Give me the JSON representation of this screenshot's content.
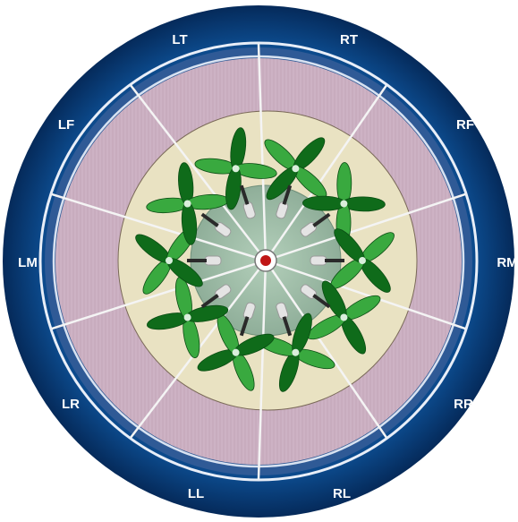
{
  "sector_labels": {
    "LT": "LT",
    "RT": "RT",
    "RF": "RF",
    "RM": "RM",
    "RR": "RR",
    "RL": "RL",
    "LL": "LL",
    "LR": "LR",
    "LM": "LM",
    "LF": "LF"
  },
  "colors": {
    "outer_ring": "#0a3f7c",
    "outer_ring_dark": "#073166",
    "inner_ring": "#2f5a96",
    "ring_highlight": "#6a8fc4",
    "sector_fill": "#cdb2c4",
    "middle_disc": "#e9e2c2",
    "center_disc": "#9ebca6",
    "spokes": "#f4f4f4",
    "leaf_light": "#39a93f",
    "leaf_dark": "#0f6b1a",
    "needle": "#9a9a9a",
    "needle_dark": "#2a2a2a",
    "hub": "#c01616"
  },
  "elements": {
    "clover_count": 10,
    "needle_count": 10,
    "spoke_count": 10
  }
}
